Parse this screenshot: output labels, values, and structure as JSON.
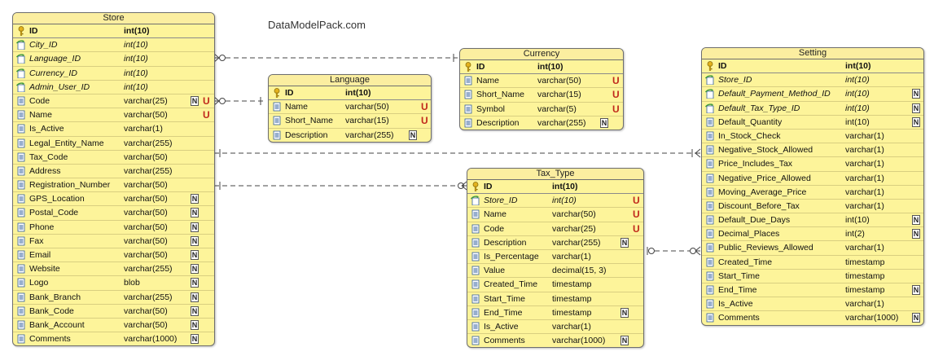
{
  "watermark": "DataModelPack.com",
  "entities": [
    {
      "key": "store",
      "title": "Store",
      "columns": [
        {
          "name": "ID",
          "type": "int(10)",
          "kind": "pk",
          "flags": []
        },
        {
          "name": "City_ID",
          "type": "int(10)",
          "kind": "fk",
          "flags": []
        },
        {
          "name": "Language_ID",
          "type": "int(10)",
          "kind": "fk",
          "flags": []
        },
        {
          "name": "Currency_ID",
          "type": "int(10)",
          "kind": "fk",
          "flags": []
        },
        {
          "name": "Admin_User_ID",
          "type": "int(10)",
          "kind": "fk",
          "flags": []
        },
        {
          "name": "Code",
          "type": "varchar(25)",
          "kind": "col",
          "flags": [
            "N",
            "U"
          ]
        },
        {
          "name": "Name",
          "type": "varchar(50)",
          "kind": "col",
          "flags": [
            "U"
          ]
        },
        {
          "name": "Is_Active",
          "type": "varchar(1)",
          "kind": "col",
          "flags": []
        },
        {
          "name": "Legal_Entity_Name",
          "type": "varchar(255)",
          "kind": "col",
          "flags": []
        },
        {
          "name": "Tax_Code",
          "type": "varchar(50)",
          "kind": "col",
          "flags": []
        },
        {
          "name": "Address",
          "type": "varchar(255)",
          "kind": "col",
          "flags": []
        },
        {
          "name": "Registration_Number",
          "type": "varchar(50)",
          "kind": "col",
          "flags": []
        },
        {
          "name": "GPS_Location",
          "type": "varchar(50)",
          "kind": "col",
          "flags": [
            "N"
          ]
        },
        {
          "name": "Postal_Code",
          "type": "varchar(50)",
          "kind": "col",
          "flags": [
            "N"
          ]
        },
        {
          "name": "Phone",
          "type": "varchar(50)",
          "kind": "col",
          "flags": [
            "N"
          ]
        },
        {
          "name": "Fax",
          "type": "varchar(50)",
          "kind": "col",
          "flags": [
            "N"
          ]
        },
        {
          "name": "Email",
          "type": "varchar(50)",
          "kind": "col",
          "flags": [
            "N"
          ]
        },
        {
          "name": "Website",
          "type": "varchar(255)",
          "kind": "col",
          "flags": [
            "N"
          ]
        },
        {
          "name": "Logo",
          "type": "blob",
          "kind": "col",
          "flags": [
            "N"
          ]
        },
        {
          "name": "Bank_Branch",
          "type": "varchar(255)",
          "kind": "col",
          "flags": [
            "N"
          ]
        },
        {
          "name": "Bank_Code",
          "type": "varchar(50)",
          "kind": "col",
          "flags": [
            "N"
          ]
        },
        {
          "name": "Bank_Account",
          "type": "varchar(50)",
          "kind": "col",
          "flags": [
            "N"
          ]
        },
        {
          "name": "Comments",
          "type": "varchar(1000)",
          "kind": "col",
          "flags": [
            "N"
          ]
        }
      ]
    },
    {
      "key": "language",
      "title": "Language",
      "columns": [
        {
          "name": "ID",
          "type": "int(10)",
          "kind": "pk",
          "flags": []
        },
        {
          "name": "Name",
          "type": "varchar(50)",
          "kind": "col",
          "flags": [
            "U"
          ]
        },
        {
          "name": "Short_Name",
          "type": "varchar(15)",
          "kind": "col",
          "flags": [
            "U"
          ]
        },
        {
          "name": "Description",
          "type": "varchar(255)",
          "kind": "col",
          "flags": [
            "N"
          ]
        }
      ]
    },
    {
      "key": "currency",
      "title": "Currency",
      "columns": [
        {
          "name": "ID",
          "type": "int(10)",
          "kind": "pk",
          "flags": []
        },
        {
          "name": "Name",
          "type": "varchar(50)",
          "kind": "col",
          "flags": [
            "U"
          ]
        },
        {
          "name": "Short_Name",
          "type": "varchar(15)",
          "kind": "col",
          "flags": [
            "U"
          ]
        },
        {
          "name": "Symbol",
          "type": "varchar(5)",
          "kind": "col",
          "flags": [
            "U"
          ]
        },
        {
          "name": "Description",
          "type": "varchar(255)",
          "kind": "col",
          "flags": [
            "N"
          ]
        }
      ]
    },
    {
      "key": "tax_type",
      "title": "Tax_Type",
      "columns": [
        {
          "name": "ID",
          "type": "int(10)",
          "kind": "pk",
          "flags": []
        },
        {
          "name": "Store_ID",
          "type": "int(10)",
          "kind": "fk",
          "flags": [
            "U"
          ]
        },
        {
          "name": "Name",
          "type": "varchar(50)",
          "kind": "col",
          "flags": [
            "U"
          ]
        },
        {
          "name": "Code",
          "type": "varchar(25)",
          "kind": "col",
          "flags": [
            "U"
          ]
        },
        {
          "name": "Description",
          "type": "varchar(255)",
          "kind": "col",
          "flags": [
            "N"
          ]
        },
        {
          "name": "Is_Percentage",
          "type": "varchar(1)",
          "kind": "col",
          "flags": []
        },
        {
          "name": "Value",
          "type": "decimal(15, 3)",
          "kind": "col",
          "flags": []
        },
        {
          "name": "Created_Time",
          "type": "timestamp",
          "kind": "col",
          "flags": []
        },
        {
          "name": "Start_Time",
          "type": "timestamp",
          "kind": "col",
          "flags": []
        },
        {
          "name": "End_Time",
          "type": "timestamp",
          "kind": "col",
          "flags": [
            "N"
          ]
        },
        {
          "name": "Is_Active",
          "type": "varchar(1)",
          "kind": "col",
          "flags": []
        },
        {
          "name": "Comments",
          "type": "varchar(1000)",
          "kind": "col",
          "flags": [
            "N"
          ]
        }
      ]
    },
    {
      "key": "setting",
      "title": "Setting",
      "columns": [
        {
          "name": "ID",
          "type": "int(10)",
          "kind": "pk",
          "flags": []
        },
        {
          "name": "Store_ID",
          "type": "int(10)",
          "kind": "fk",
          "flags": []
        },
        {
          "name": "Default_Payment_Method_ID",
          "type": "int(10)",
          "kind": "fk",
          "flags": [
            "N"
          ]
        },
        {
          "name": "Default_Tax_Type_ID",
          "type": "int(10)",
          "kind": "fk",
          "flags": [
            "N"
          ]
        },
        {
          "name": "Default_Quantity",
          "type": "int(10)",
          "kind": "col",
          "flags": [
            "N"
          ]
        },
        {
          "name": "In_Stock_Check",
          "type": "varchar(1)",
          "kind": "col",
          "flags": []
        },
        {
          "name": "Negative_Stock_Allowed",
          "type": "varchar(1)",
          "kind": "col",
          "flags": []
        },
        {
          "name": "Price_Includes_Tax",
          "type": "varchar(1)",
          "kind": "col",
          "flags": []
        },
        {
          "name": "Negative_Price_Allowed",
          "type": "varchar(1)",
          "kind": "col",
          "flags": []
        },
        {
          "name": "Moving_Average_Price",
          "type": "varchar(1)",
          "kind": "col",
          "flags": []
        },
        {
          "name": "Discount_Before_Tax",
          "type": "varchar(1)",
          "kind": "col",
          "flags": []
        },
        {
          "name": "Default_Due_Days",
          "type": "int(10)",
          "kind": "col",
          "flags": [
            "N"
          ]
        },
        {
          "name": "Decimal_Places",
          "type": "int(2)",
          "kind": "col",
          "flags": [
            "N"
          ]
        },
        {
          "name": "Public_Reviews_Allowed",
          "type": "varchar(1)",
          "kind": "col",
          "flags": []
        },
        {
          "name": "Created_Time",
          "type": "timestamp",
          "kind": "col",
          "flags": []
        },
        {
          "name": "Start_Time",
          "type": "timestamp",
          "kind": "col",
          "flags": []
        },
        {
          "name": "End_Time",
          "type": "timestamp",
          "kind": "col",
          "flags": [
            "N"
          ]
        },
        {
          "name": "Is_Active",
          "type": "varchar(1)",
          "kind": "col",
          "flags": []
        },
        {
          "name": "Comments",
          "type": "varchar(1000)",
          "kind": "col",
          "flags": [
            "N"
          ]
        }
      ]
    }
  ],
  "relationships": [
    {
      "from": "store",
      "to": "language",
      "style": "optional-many-to-one"
    },
    {
      "from": "store",
      "to": "currency",
      "style": "optional-many-to-one"
    },
    {
      "from": "store",
      "to": "setting",
      "style": "one-to-many"
    },
    {
      "from": "store",
      "to": "tax_type",
      "style": "one-to-many"
    },
    {
      "from": "tax_type",
      "to": "setting",
      "style": "zero-or-one-to-many"
    }
  ],
  "colors": {
    "entity_fill": "#fdf49a",
    "entity_border": "#6e6e6e",
    "unique_mark": "#c0281c",
    "connector": "#444444"
  }
}
